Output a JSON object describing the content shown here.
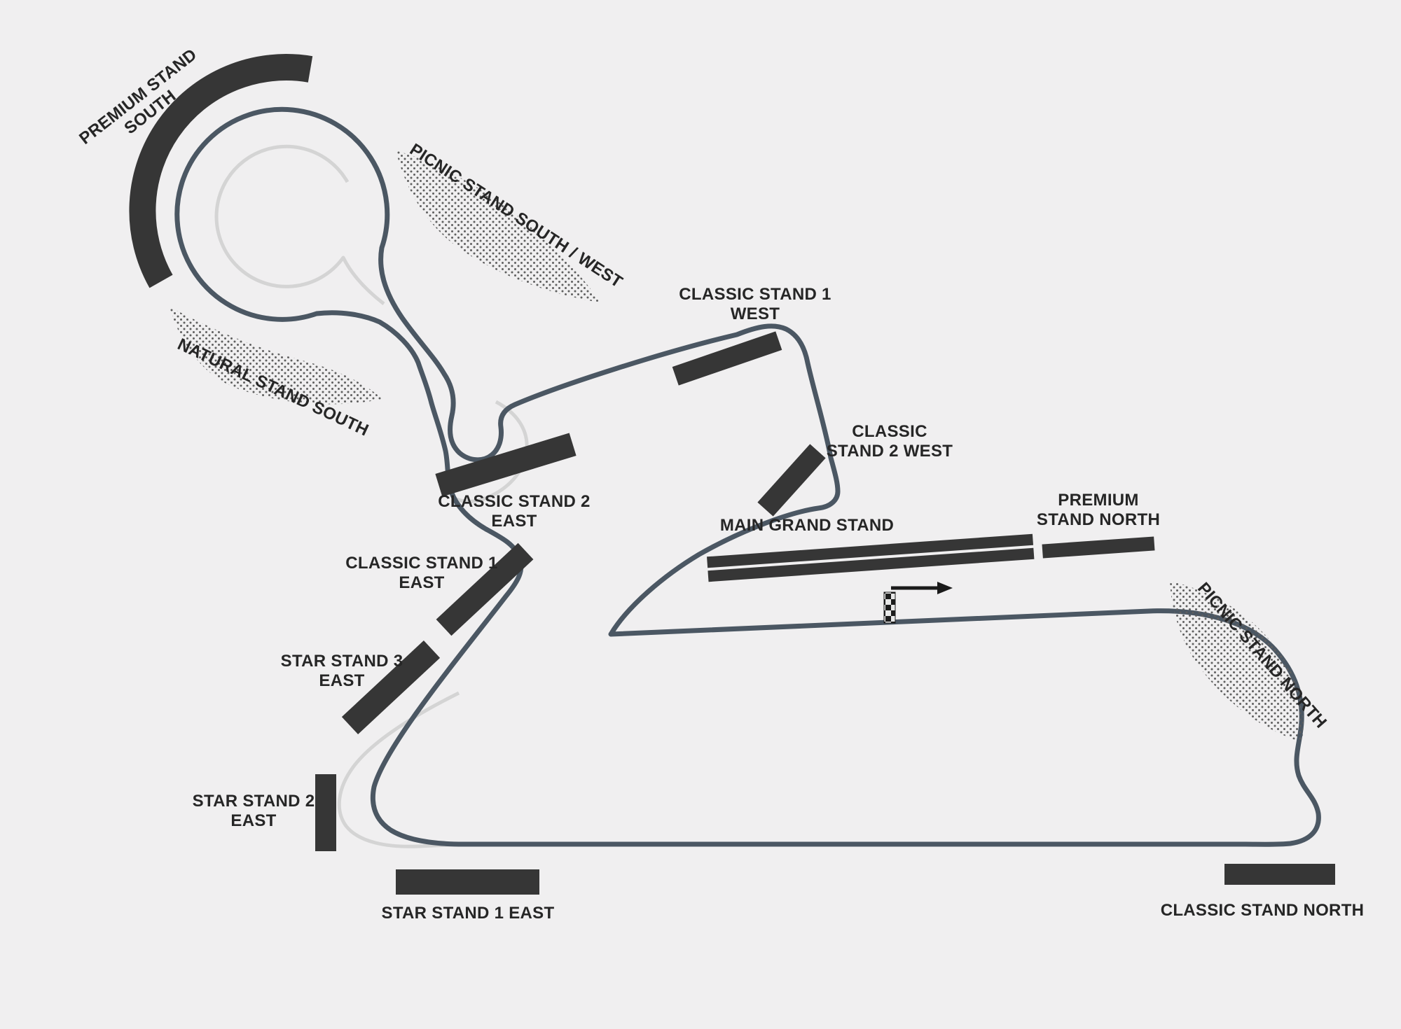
{
  "colors": {
    "background": "#f0eff0",
    "track": "#4b5763",
    "track_alt": "#d4d4d4",
    "stand": "#363636",
    "label": "#262626",
    "dots": "#5f5f5f",
    "arrow": "#1a1a1a"
  },
  "stands": {
    "premium_stand_south": {
      "label_lines": [
        "PREMIUM STAND",
        "SOUTH"
      ]
    },
    "picnic_stand_south_west": {
      "label_lines": [
        "PICNIC STAND SOUTH / WEST"
      ]
    },
    "natural_stand_south": {
      "label_lines": [
        "NATURAL STAND SOUTH"
      ]
    },
    "classic_stand_1_west": {
      "label_lines": [
        "CLASSIC STAND 1",
        "WEST"
      ]
    },
    "classic_stand_2_west": {
      "label_lines": [
        "CLASSIC",
        "STAND 2 WEST"
      ]
    },
    "classic_stand_2_east": {
      "label_lines": [
        "CLASSIC STAND 2",
        "EAST"
      ]
    },
    "classic_stand_1_east": {
      "label_lines": [
        "CLASSIC STAND 1",
        "EAST"
      ]
    },
    "star_stand_3_east": {
      "label_lines": [
        "STAR STAND 3",
        "EAST"
      ]
    },
    "star_stand_2_east": {
      "label_lines": [
        "STAR STAND 2",
        "EAST"
      ]
    },
    "star_stand_1_east": {
      "label_lines": [
        "STAR STAND 1 EAST"
      ]
    },
    "main_grand_stand": {
      "label_lines": [
        "MAIN GRAND STAND"
      ]
    },
    "premium_stand_north": {
      "label_lines": [
        "PREMIUM",
        "STAND NORTH"
      ]
    },
    "picnic_stand_north": {
      "label_lines": [
        "PICNIC STAND NORTH"
      ]
    },
    "classic_stand_north": {
      "label_lines": [
        "CLASSIC STAND NORTH"
      ]
    }
  }
}
